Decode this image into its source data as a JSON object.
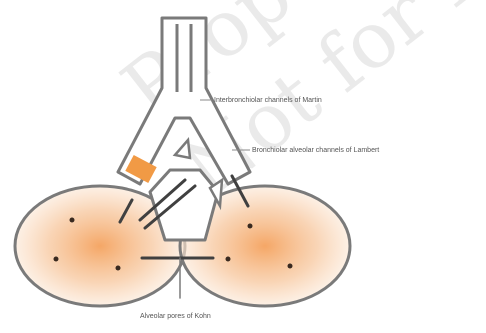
{
  "labels": {
    "martin": "Interbronchiolar channels of Martin",
    "lambert": "Bronchiolar alveolar channels of Lambert",
    "kohn": "Alveolar pores of Kohn"
  },
  "watermark": {
    "line1": "Property",
    "line2": "Not for reproduction"
  },
  "colors": {
    "outline": "#7a7a7a",
    "alveolus_fill": "#f6b47a",
    "bronchiole_fill": "#ffffff",
    "channel_highlight": "#f19a45",
    "channel": "#404040",
    "label": "#555555"
  }
}
